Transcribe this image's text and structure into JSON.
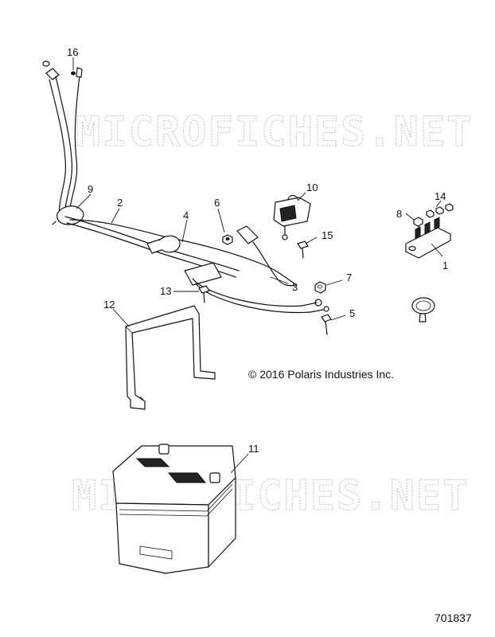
{
  "watermark": "MICROFICHES.NET",
  "copyright": "© 2016 Polaris Industries Inc.",
  "drawing_number": "701837",
  "callouts": {
    "c1": "1",
    "c2": "2",
    "c3": "3",
    "c4": "4",
    "c5": "5",
    "c6": "6",
    "c7": "7",
    "c8": "8",
    "c9": "9",
    "c10": "10",
    "c11": "11",
    "c12": "12",
    "c13": "13",
    "c14": "14",
    "c15": "15",
    "c16": "16"
  }
}
